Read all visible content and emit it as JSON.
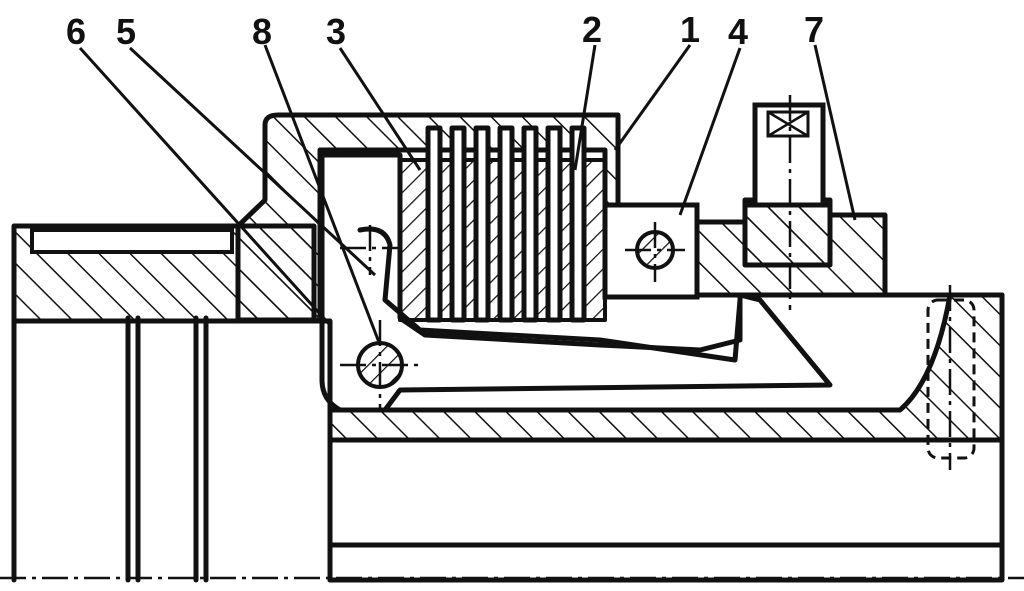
{
  "labels": {
    "l6": "6",
    "l5": "5",
    "l8": "8",
    "l3": "3",
    "l2": "2",
    "l1": "1",
    "l4": "4",
    "l7": "7"
  }
}
